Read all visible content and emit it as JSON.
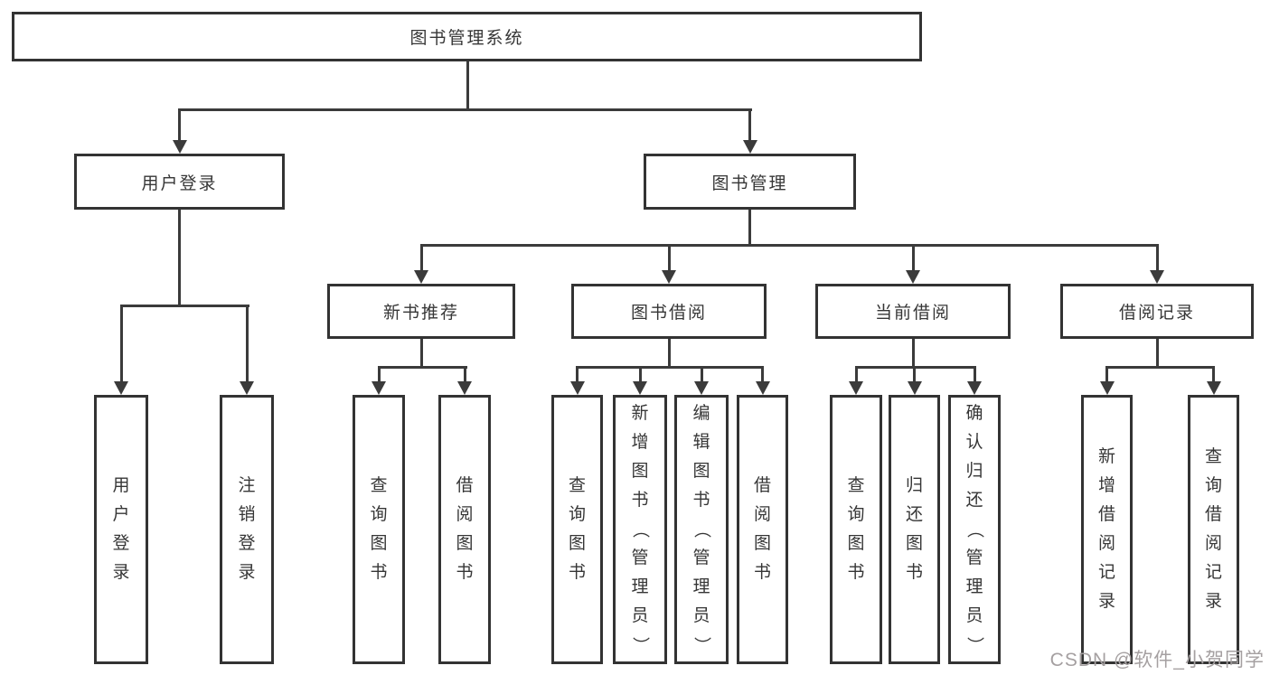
{
  "diagram": {
    "root": "图书管理系统",
    "level2": [
      "用户登录",
      "图书管理"
    ],
    "level3": [
      "新书推荐",
      "图书借阅",
      "当前借阅",
      "借阅记录"
    ],
    "level4": {
      "user_login_children": [
        "用户登录",
        "注销登录"
      ],
      "new_book_children": [
        "查询图书",
        "借阅图书"
      ],
      "book_borrow_children": [
        "查询图书",
        "新增图书（管理员）",
        "编辑图书（管理员）",
        "借阅图书"
      ],
      "current_borrow_children": [
        "查询图书",
        "归还图书",
        "确认归还（管理员）"
      ],
      "borrow_records_children": [
        "新增借阅记录",
        "查询借阅记录"
      ]
    },
    "line_color": "#3b3b3b",
    "border_color": "#333333"
  },
  "watermark": {
    "text": "CSDN @软件_小贺同学"
  }
}
